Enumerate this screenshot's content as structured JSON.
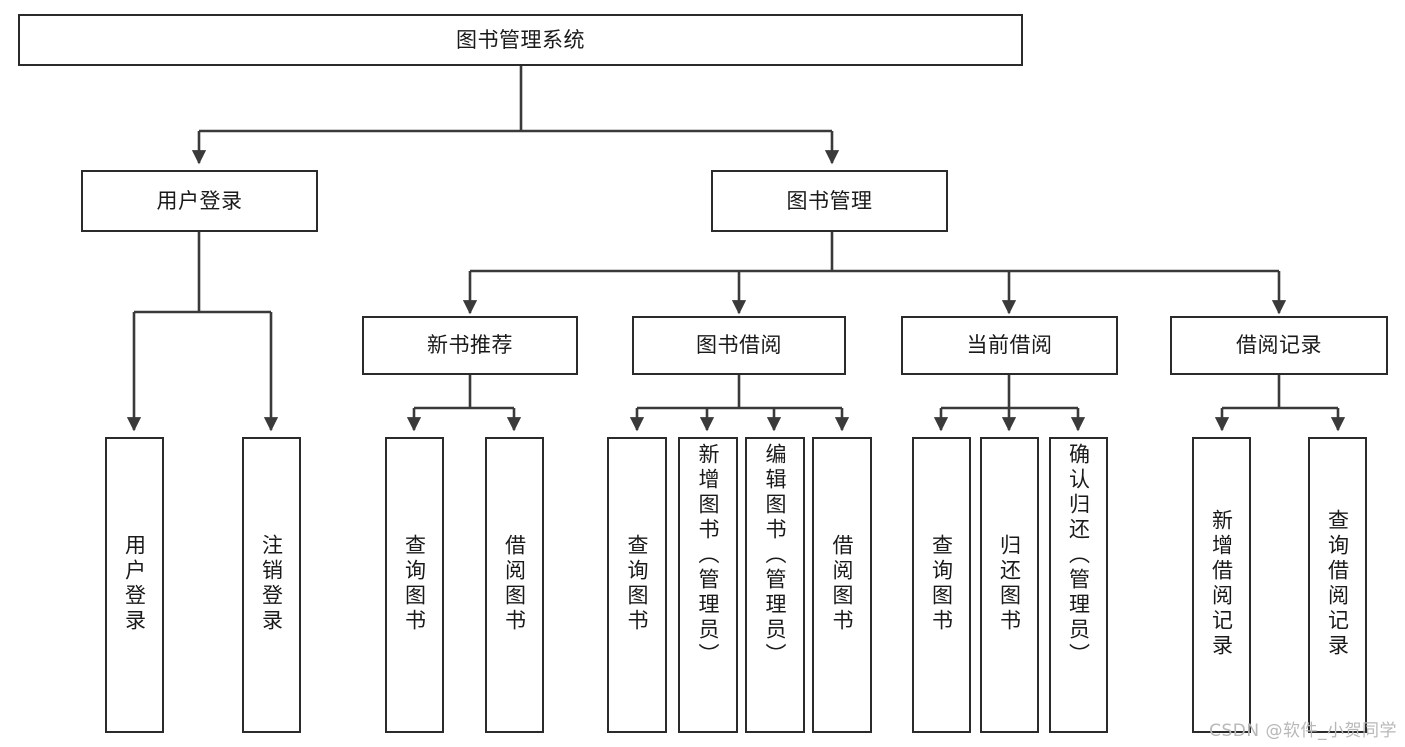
{
  "diagram": {
    "title": "图书管理系统",
    "type": "tree-hierarchy",
    "orientation": "top-down",
    "line_color": "#2b2b2b",
    "box_fill": "#ffffff",
    "text_color": "#1a1a1a",
    "watermark": "CSDN @软件_小贺同学",
    "root": {
      "label": "图书管理系统"
    },
    "level2": [
      {
        "label": "用户登录"
      },
      {
        "label": "图书管理"
      }
    ],
    "level3": [
      {
        "label": "新书推荐"
      },
      {
        "label": "图书借阅"
      },
      {
        "label": "当前借阅"
      },
      {
        "label": "借阅记录"
      }
    ],
    "leaves": {
      "user_login": [
        {
          "label": "用户登录"
        },
        {
          "label": "注销登录"
        }
      ],
      "new_book_recommend": [
        {
          "label": "查询图书"
        },
        {
          "label": "借阅图书"
        }
      ],
      "book_borrow": [
        {
          "label": "查询图书"
        },
        {
          "label": "新增图书（管理员）"
        },
        {
          "label": "编辑图书（管理员）"
        },
        {
          "label": "借阅图书"
        }
      ],
      "current_borrow": [
        {
          "label": "查询图书"
        },
        {
          "label": "归还图书"
        },
        {
          "label": "确认归还（管理员）"
        }
      ],
      "borrow_record": [
        {
          "label": "新增借阅记录"
        },
        {
          "label": "查询借阅记录"
        }
      ]
    }
  }
}
